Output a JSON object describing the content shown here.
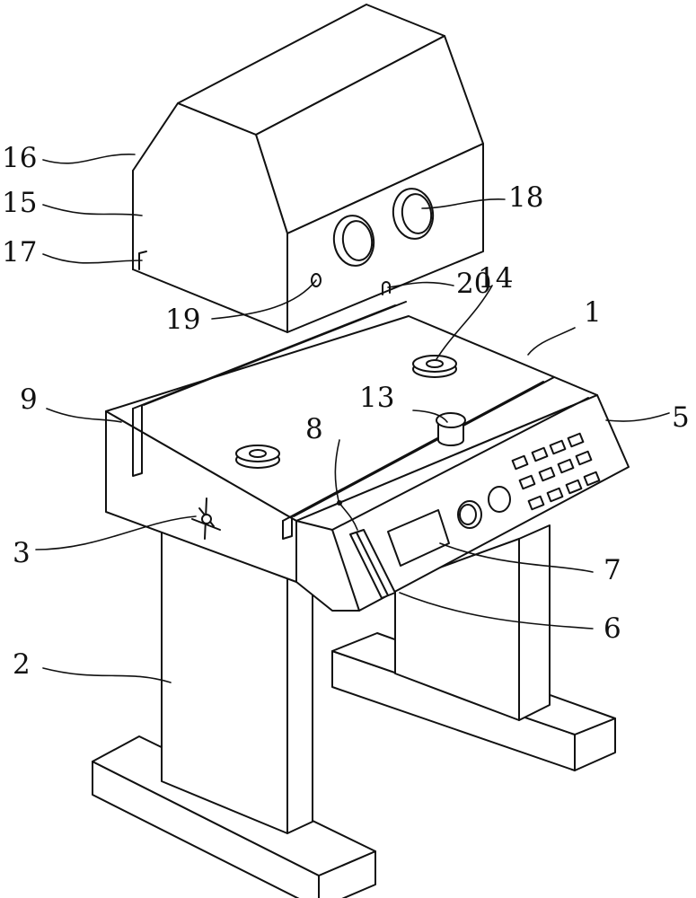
{
  "labels": {
    "l1": "1",
    "l2": "2",
    "l3": "3",
    "l5": "5",
    "l6": "6",
    "l7": "7",
    "l8": "8",
    "l9": "9",
    "l13": "13",
    "l14": "14",
    "l15": "15",
    "l16": "16",
    "l17": "17",
    "l18": "18",
    "l19": "19",
    "l20": "20"
  }
}
